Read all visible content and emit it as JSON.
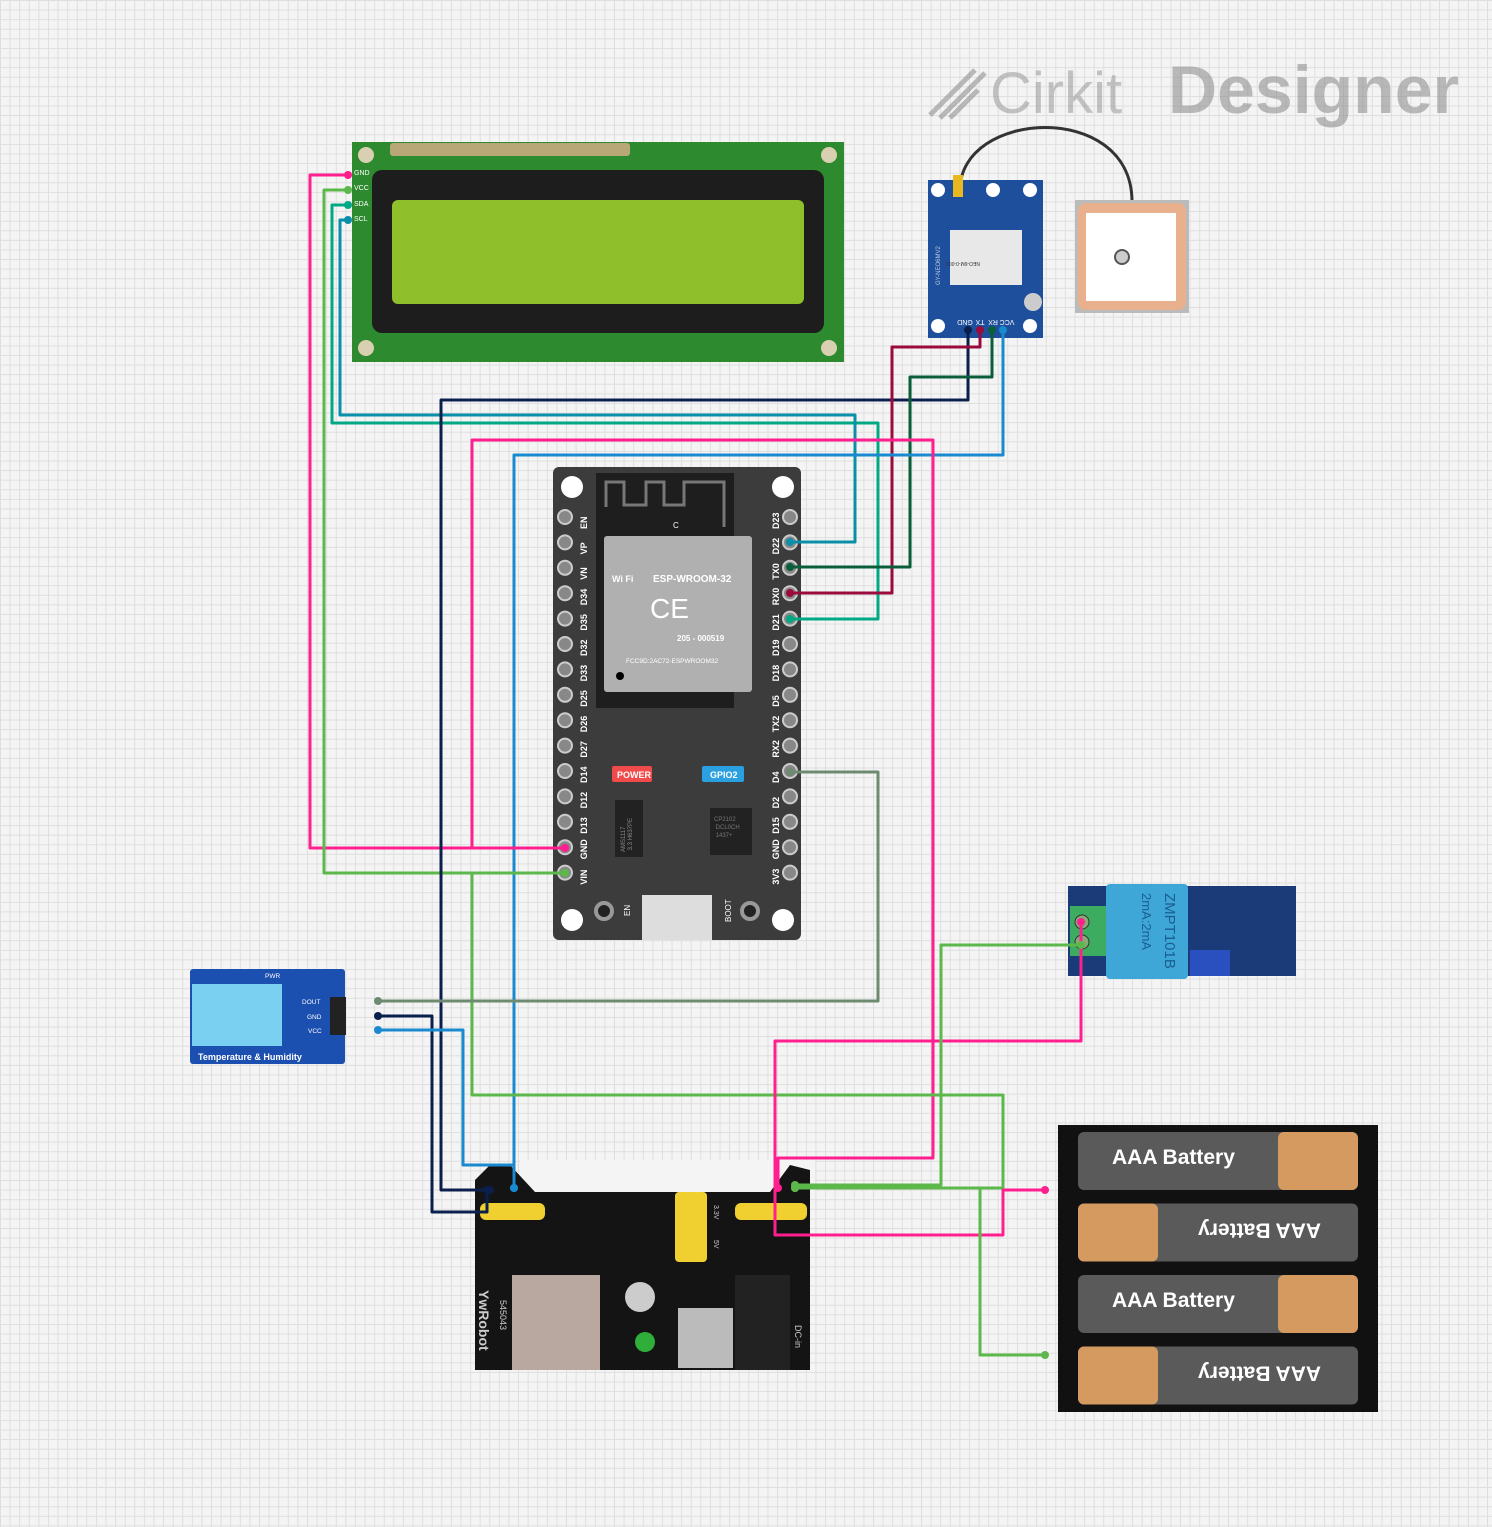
{
  "logo": {
    "text1": "Cirkit",
    "text2": "Designer"
  },
  "lcd": {
    "pins": [
      "GND",
      "VCC",
      "SDA",
      "SCL"
    ]
  },
  "esp32": {
    "module": "ESP-WROOM-32",
    "wifi": "Wi Fi",
    "cert": "205 - 000519",
    "fcc": "FCC9D:2AC72-ESPWROOM32",
    "c": "C",
    "power_label": "POWER",
    "gpio_label": "GPIO2",
    "en": "EN",
    "boot": "BOOT",
    "regulator": "AMS1117 3.3 H637PE",
    "usb_chip": "CP2102 DCL0CH 1437+",
    "left_pins": [
      "EN",
      "VP",
      "VN",
      "D34",
      "D35",
      "D32",
      "D33",
      "D25",
      "D26",
      "D27",
      "D14",
      "D12",
      "D13",
      "GND",
      "VIN"
    ],
    "right_pins": [
      "D23",
      "D22",
      "TX0",
      "RX0",
      "D21",
      "D19",
      "D18",
      "D5",
      "TX2",
      "RX2",
      "D4",
      "D2",
      "D15",
      "GND",
      "3V3"
    ]
  },
  "gps": {
    "board": "GY-NEO6MV2",
    "chip": "NEO-6M-0-001",
    "pins": [
      "GND",
      "TX",
      "RX",
      "VCC"
    ]
  },
  "dht": {
    "title": "Temperature & Humidity",
    "pins": [
      "DOUT",
      "GND",
      "VCC"
    ],
    "pwr": "PWR"
  },
  "zmpt": {
    "name": "ZMPT101B",
    "rating": "2mA:2mA"
  },
  "power_module": {
    "brand": "YwRobot",
    "model": "545043",
    "dcin": "DC-in",
    "v33": "3.3V",
    "v5": "5V"
  },
  "batteries": [
    "AAA Battery",
    "AAA Battery",
    "AAA Battery",
    "AAA Battery"
  ],
  "colors": {
    "pink": "#ff1f8e",
    "green": "#5cb84a",
    "teal": "#00a884",
    "cyan": "#0a8fa8",
    "navy": "#0b1f4d",
    "maroon": "#9b0a3c",
    "darkgreen": "#0a5e3a",
    "blue": "#1a8ad0",
    "gray": "#6e8a70"
  }
}
